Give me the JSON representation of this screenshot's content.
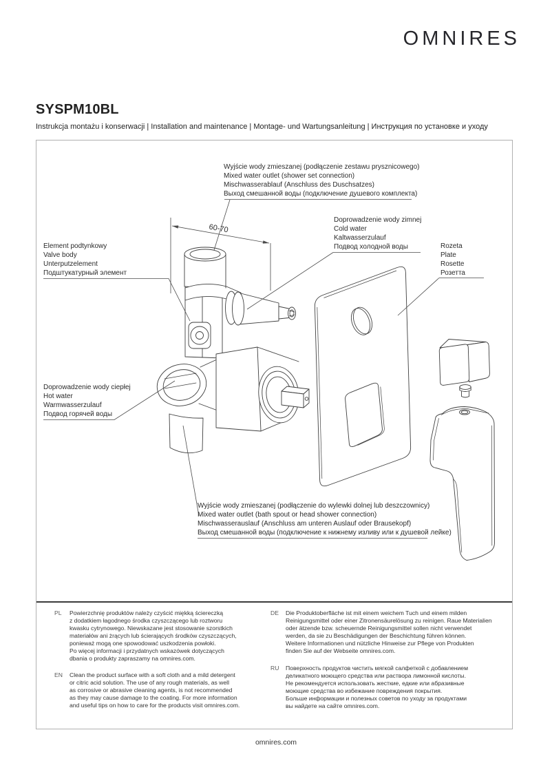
{
  "brand": {
    "logo_text": "OMNIRES"
  },
  "header": {
    "product_code": "SYSPM10BL",
    "subtitle": "Instrukcja montażu i konserwacji | Installation and maintenance | Montage- und Wartungsanleitung | Инструкция по установке и уходу"
  },
  "diagram": {
    "dimension_label": "60-70",
    "callouts": {
      "mixed_outlet_top": {
        "lines": [
          "Wyjście wody zmieszanej (podłączenie zestawu prysznicowego)",
          "Mixed water outlet (shower set connection)",
          "Mischwasserablauf (Anschluss des Duschsatzes)",
          "Выход смешанной воды (подключение душевого комплекта)"
        ]
      },
      "cold_water": {
        "lines": [
          "Doprowadzenie wody zimnej",
          "Cold water",
          "Kaltwasserzulauf",
          "Подвод холодной воды"
        ]
      },
      "plate": {
        "lines": [
          "Rozeta",
          "Plate",
          "Rosette",
          "Розетта"
        ]
      },
      "valve_body": {
        "lines": [
          "Element podtynkowy",
          "Valve body",
          "Unterputzelement",
          "Подштукатурный элемент"
        ]
      },
      "hot_water": {
        "lines": [
          "Doprowadzenie wody ciepłej",
          "Hot water",
          "Warmwasserzulauf",
          "Подвод горячей воды"
        ]
      },
      "mixed_outlet_bottom": {
        "lines": [
          "Wyjście wody zmieszanej (podłączenie do wylewki dolnej lub deszczownicy)",
          "Mixed water outlet (bath spout or head shower connection)",
          "Mischwasserauslauf (Anschluss am unteren Auslauf oder Brausekopf)",
          "Выход смешанной воды (подключение к нижнему изливу или к душевой лейке)"
        ]
      }
    }
  },
  "care_instructions": [
    {
      "lang": "PL",
      "lines": [
        "Powierzchnię produktów należy czyścić miękką ściereczką",
        "z dodatkiem łagodnego środka czyszczącego lub roztworu",
        "kwasku cytrynowego. Niewskazane jest stosowanie szorstkich",
        "materiałów ani żrących lub ścierających środków czyszczących,",
        "ponieważ mogą one spowodować uszkodzenia powłoki.",
        "Po więcej informacji i przydatnych wskazówek dotyczących",
        "dbania o produkty zapraszamy na omnires.com."
      ]
    },
    {
      "lang": "EN",
      "lines": [
        "Clean the product surface with a soft cloth and a mild detergent",
        "or citric acid solution. The use of any rough materials, as well",
        "as corrosive or abrasive cleaning agents, is not recommended",
        "as they may cause damage to the coating. For more information",
        "and useful tips on how to care for the products visit omnires.com."
      ]
    },
    {
      "lang": "DE",
      "lines": [
        "Die Produktoberfläche ist mit einem weichem Tuch und einem milden",
        "Reinigungsmittel oder einer Zitronensäurelösung zu reinigen. Raue Materialien",
        "oder ätzende bzw. scheuernde Reinigungsmittel sollen nicht verwendet",
        "werden, da sie zu Beschädigungen der Beschichtung führen können.",
        "Weitere Informationen und nützliche Hinweise zur Pflege von Produkten",
        "finden Sie auf der Webseite omnires.com."
      ]
    },
    {
      "lang": "RU",
      "lines": [
        "Поверхность продуктов чистить мягкой салфеткой с добавлением",
        "деликатного моющего средства или раствора лимонной кислоты.",
        "Не рекомендуется использовать жесткие, едкие или абразивные",
        "моющие средства во избежание повреждения покрытия.",
        "Больше информации и полезных советов по уходу за продуктами",
        "вы найдете на сайте omnires.com."
      ]
    }
  ],
  "footer": {
    "website": "omnires.com"
  },
  "colors": {
    "line": "#3e3e3e",
    "text": "#2b2b2b",
    "border": "#b0b0b0",
    "divider": "#3a3a3a",
    "logo": "#26262b"
  }
}
